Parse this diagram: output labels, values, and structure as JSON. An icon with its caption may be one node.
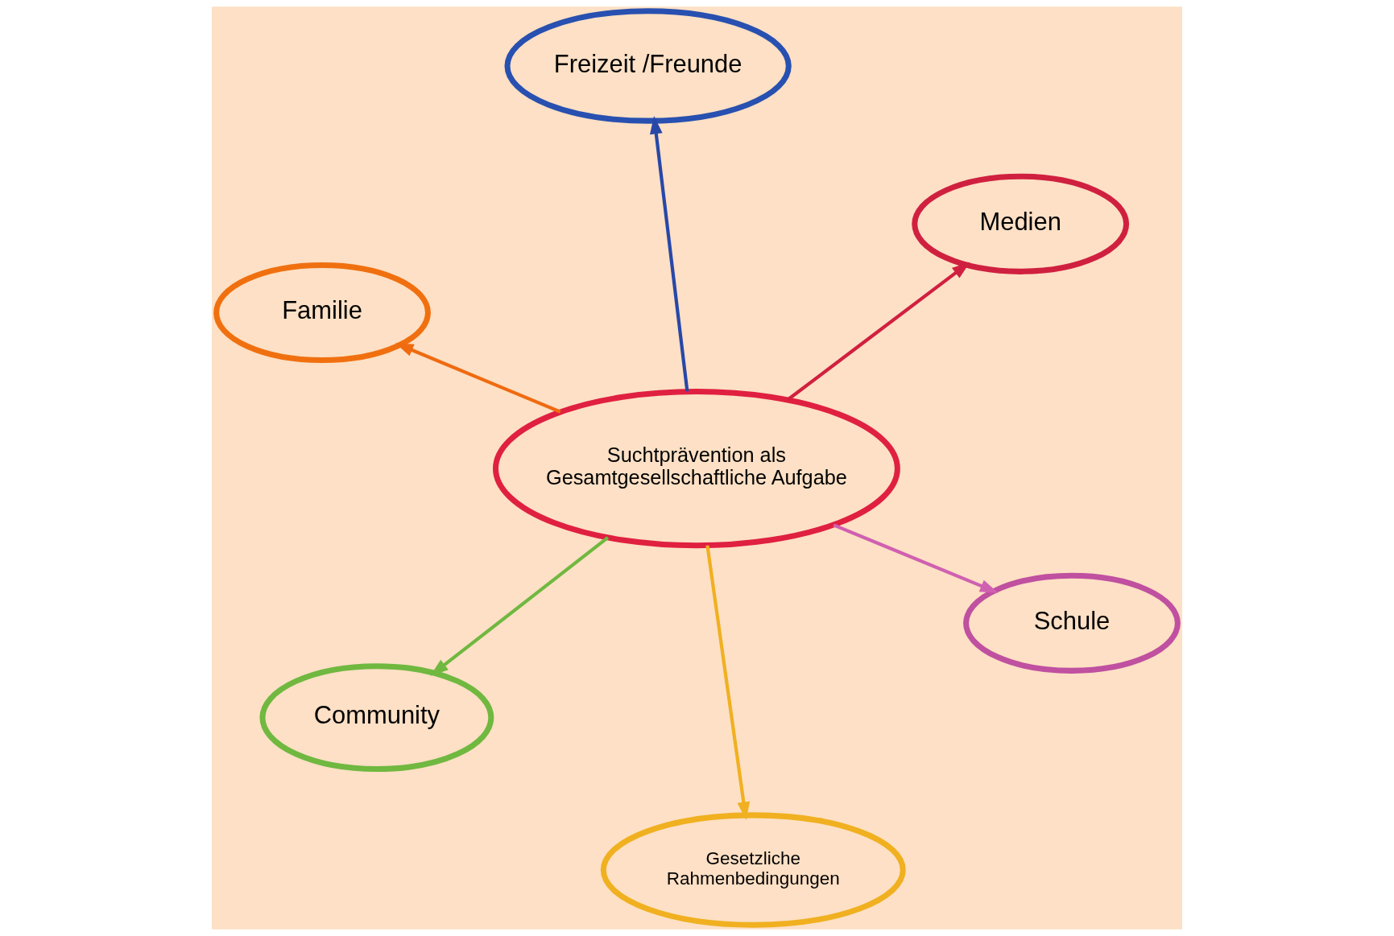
{
  "diagram": {
    "nodes": [
      {
        "text": [
          "Familie"
        ]
      },
      {
        "text": [
          "Schule"
        ]
      },
      {
        "text": [
          "Gesetzliche Rahmenbedingungen"
        ]
      },
      {
        "text": [
          "Suchtprävention als Gesamtgesellschaftliche Aufgabe"
        ]
      },
      {
        "text": [
          "Medien"
        ]
      },
      {
        "text": [
          "Freizeit /Freunde"
        ]
      },
      {
        "text": [
          "Community"
        ]
      }
    ],
    "edges": [
      {
        "from": 3,
        "to": 0,
        "arrow": "to",
        "color": "#f06a10"
      },
      {
        "from": 3,
        "to": 1,
        "arrow": "to",
        "color": "#d060b0"
      },
      {
        "from": 3,
        "to": 2,
        "arrow": "to",
        "color": "#f0b020"
      },
      {
        "from": 3,
        "to": 4,
        "arrow": "to",
        "color": "#d02040"
      },
      {
        "from": 3,
        "to": 5,
        "arrow": "to",
        "color": "#2848a8"
      },
      {
        "from": 3,
        "to": 6,
        "arrow": "to",
        "color": "#70b840"
      }
    ]
  }
}
